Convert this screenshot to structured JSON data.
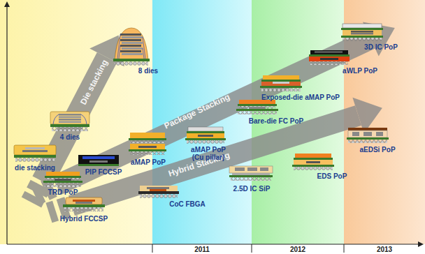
{
  "diagram": {
    "labels": [
      "die stacking",
      "4 dies",
      "8 dies",
      "TRD PoP",
      "PIP FCCSP",
      "Hybrid FCCSP",
      "Die stacking",
      "Package Stacking",
      "Hybrid Stacking",
      "CoC FBGA",
      "aMAP PoP",
      "aMAP PoP (Cu pillar)",
      "2.5D IC SiP",
      "Bare-die FC PoP",
      "Exposed-die aMAP PoP",
      "aWLP PoP",
      "3D IC PoP",
      "EDS PoP",
      "aEDSi PoP",
      "2011",
      "2012",
      "2013"
    ]
  }
}
